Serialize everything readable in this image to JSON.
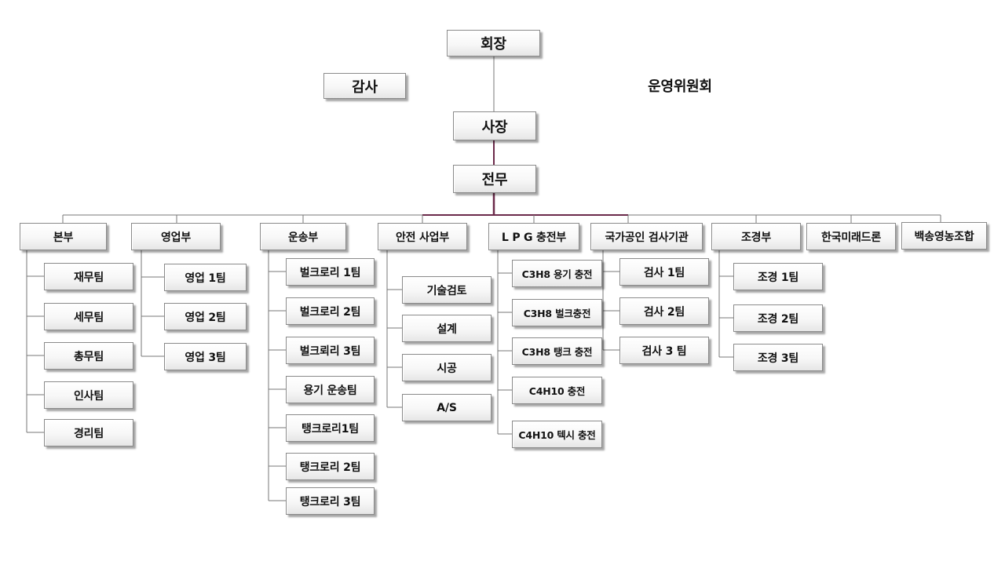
{
  "top": {
    "chairman": "회장",
    "auditor": "감사",
    "committee": "운영위원회",
    "president": "사장",
    "executive": "전무"
  },
  "departments": [
    {
      "key": "hq",
      "label": "본부",
      "teams": [
        "재무팀",
        "세무팀",
        "총무팀",
        "인사팀",
        "경리팀"
      ]
    },
    {
      "key": "sales",
      "label": "영업부",
      "teams": [
        "영업 1팀",
        "영업 2팀",
        "영업 3팀"
      ]
    },
    {
      "key": "transport",
      "label": "운송부",
      "teams": [
        "벌크로리 1팀",
        "벌크로리 2팀",
        "벌크뢰리 3팀",
        "용기 운송팀",
        "탱크로리1팀",
        "탱크로리 2팀",
        "탱크로리 3팀"
      ]
    },
    {
      "key": "safety",
      "label": "안전 사업부",
      "teams": [
        "기술검토",
        "설계",
        "시공",
        "A/S"
      ]
    },
    {
      "key": "lpg",
      "label": "L P G 충전부",
      "teams": [
        "C3H8 용기 충전",
        "C3H8 벌크충전",
        "C3H8 탱크 충전",
        "C4H10 충전",
        "C4H10 텍시 충전"
      ]
    },
    {
      "key": "inspection",
      "label": "국가공인 검사기관",
      "teams": [
        "검사 1팀",
        "검사 2팀",
        "검사 3 팀"
      ]
    },
    {
      "key": "landscape",
      "label": "조경부",
      "teams": [
        "조경 1팀",
        "조경 2팀",
        "조경 3팀"
      ]
    },
    {
      "key": "drone",
      "label": "한국미래드론",
      "teams": []
    },
    {
      "key": "coop",
      "label": "백송영농조합",
      "teams": []
    }
  ],
  "colors": {
    "trunk": "#6b2a4a",
    "line": "#777777",
    "border": "#8a8a8a"
  }
}
